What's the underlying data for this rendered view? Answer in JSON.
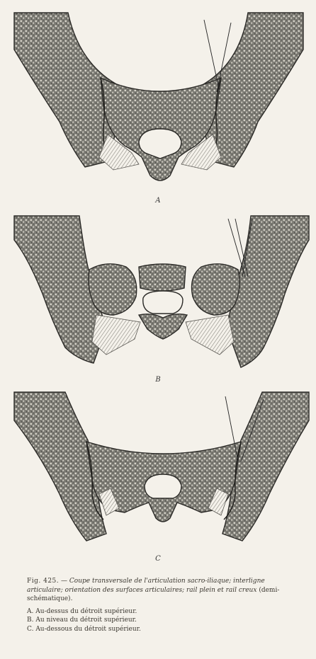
{
  "figure": {
    "panels": [
      {
        "letter": "A"
      },
      {
        "letter": "B"
      },
      {
        "letter": "C"
      }
    ],
    "caption": {
      "number": "Fig. 425.",
      "dash": "—",
      "title_lead": "Coupe",
      "title_italic": "transversale de l'articulation sacro-iliaque; interligne articulaire; orientation des surfaces articulaires; rail plein et rail creux",
      "title_tail": "(demi-schématique)."
    },
    "legend": [
      {
        "key": "A.",
        "text": "Au-dessus du détroit supérieur."
      },
      {
        "key": "B.",
        "text": "Au niveau du détroit supérieur."
      },
      {
        "key": "C.",
        "text": "Au-dessous du détroit supérieur."
      }
    ]
  }
}
